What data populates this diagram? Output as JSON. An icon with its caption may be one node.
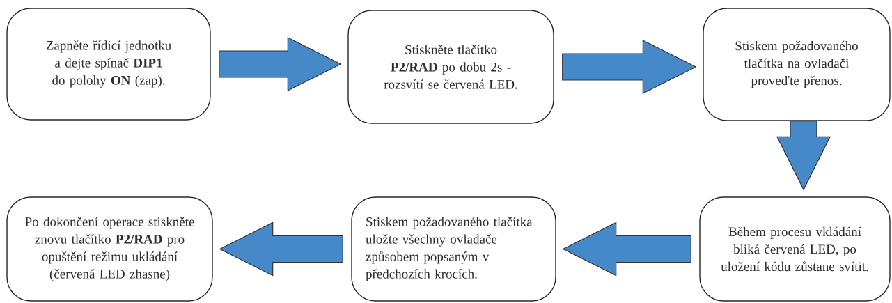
{
  "diagram": {
    "nodes": [
      {
        "text": [
          "Zapněte řídicí jednotku a dejte spínač **DIP1** do polohy **ON** (zap)."
        ]
      },
      {
        "text": [
          "Stiskněte tlačítko **P2/RAD** po dobu 2s - rozsvítí se červená LED."
        ]
      },
      {
        "text": [
          "Stiskem požadovaného tlačítka na ovladači proveďte přenos."
        ]
      },
      {
        "text": [
          "Během procesu vkládání bliká červená LED, po uložení kódu zůstane svítit."
        ]
      },
      {
        "text": [
          "Stiskem požadovaného tlačítka uložte všechny ovladače způsobem popsaným v předchozích krocích."
        ]
      },
      {
        "text": [
          "Po dokončení operace stiskněte znovu tlačítko **P2/RAD** pro opuštění režimu ukládání (červená LED zhasne)"
        ]
      }
    ],
    "edges": [
      {
        "from": 0,
        "to": 1,
        "arrow": "to"
      },
      {
        "from": 1,
        "to": 2,
        "arrow": "to"
      },
      {
        "from": 2,
        "to": 3,
        "arrow": "to"
      },
      {
        "from": 3,
        "to": 4,
        "arrow": "to"
      },
      {
        "from": 4,
        "to": 5,
        "arrow": "to"
      }
    ]
  }
}
